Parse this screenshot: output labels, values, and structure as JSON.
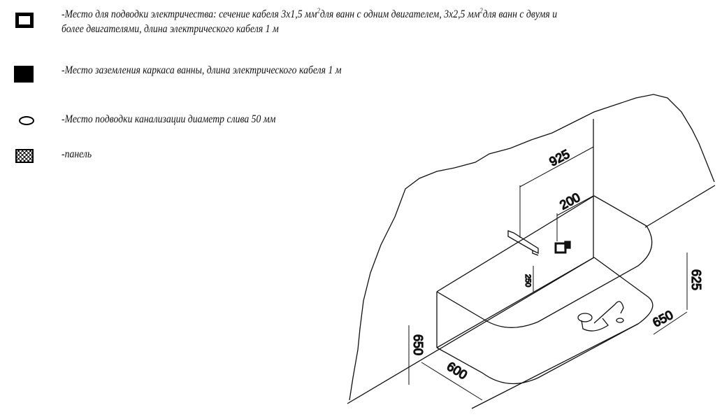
{
  "legend": [
    {
      "icon": "hollow-square-icon",
      "text_parts": [
        "-Место для подводки электричества: сечение кабеля 3х1,5 мм",
        "2",
        "для ванн с одним двигателем, 3х2,5 мм",
        "2",
        "для ванн с двумя и"
      ],
      "text_line2": "более двигателями, длина электрического кабеля 1 м"
    },
    {
      "icon": "filled-square-icon",
      "text": "-Место заземления каркаса ванны, длина электрического кабеля 1 м"
    },
    {
      "icon": "ellipse-icon",
      "text": "-Место подводки канализации диаметр слива 50 мм"
    },
    {
      "icon": "crosshatch-square-icon",
      "text": "-панель"
    }
  ],
  "dimensions": {
    "d925": "925",
    "d200": "200",
    "d250": "250",
    "d625": "625",
    "d650_right": "650",
    "d650_left": "650",
    "d600": "600"
  }
}
